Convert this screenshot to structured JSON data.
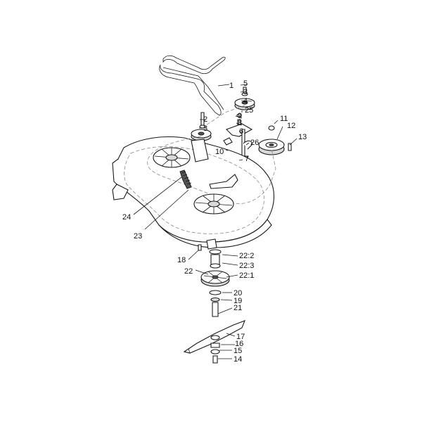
{
  "callouts": [
    {
      "id": "c1",
      "label": "1"
    },
    {
      "id": "c5",
      "label": "5"
    },
    {
      "id": "c3a",
      "label": "3"
    },
    {
      "id": "c4",
      "label": "4"
    },
    {
      "id": "c25",
      "label": "25"
    },
    {
      "id": "c9",
      "label": "9"
    },
    {
      "id": "c8",
      "label": "8"
    },
    {
      "id": "c11",
      "label": "11"
    },
    {
      "id": "c12",
      "label": "12"
    },
    {
      "id": "c6",
      "label": "6"
    },
    {
      "id": "c2",
      "label": "2"
    },
    {
      "id": "c3b",
      "label": "3"
    },
    {
      "id": "c13",
      "label": "13"
    },
    {
      "id": "c26",
      "label": "26"
    },
    {
      "id": "c10",
      "label": "10"
    },
    {
      "id": "c7",
      "label": "7"
    },
    {
      "id": "c24",
      "label": "24"
    },
    {
      "id": "c23",
      "label": "23"
    },
    {
      "id": "c18",
      "label": "18"
    },
    {
      "id": "c22_2",
      "label": "22:2"
    },
    {
      "id": "c22_3",
      "label": "22:3"
    },
    {
      "id": "c22",
      "label": "22"
    },
    {
      "id": "c22_1",
      "label": "22:1"
    },
    {
      "id": "c20",
      "label": "20"
    },
    {
      "id": "c19",
      "label": "19"
    },
    {
      "id": "c21",
      "label": "21"
    },
    {
      "id": "c17",
      "label": "17"
    },
    {
      "id": "c16",
      "label": "16"
    },
    {
      "id": "c15",
      "label": "15"
    },
    {
      "id": "c14",
      "label": "14"
    }
  ]
}
